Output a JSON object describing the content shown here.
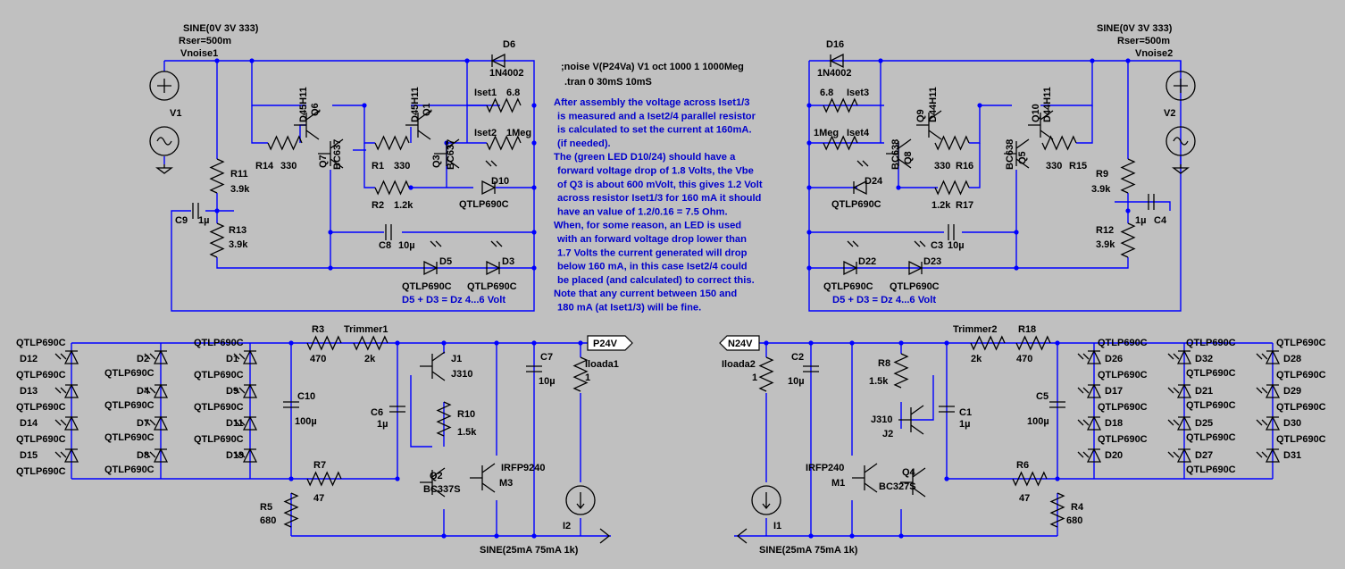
{
  "directives": {
    "noise": ";noise V(P24Va) V1 oct 1000 1 1000Meg",
    "tran": ".tran 0 30mS 10mS"
  },
  "notes": [
    "After assembly the voltage across Iset1/3",
    "is measured and a Iset2/4 parallel resistor",
    "is calculated to set the current at 160mA.",
    "(if needed).",
    "The (green LED D10/24) should have a",
    "forward voltage drop of 1.8 Volts, the Vbe",
    "of Q3 is about 600 mVolt, this gives 1.2 Volt",
    "across resistor Iset1/3 for 160 mA it should",
    "have an value of 1.2/0.16 = 7.5 Ohm.",
    "When, for some reason, an LED is used",
    "with an forward voltage drop lower than",
    "1.7 Volts the current generated will drop",
    "below 160 mA, in this case Iset2/4 could",
    "be placed (and calculated) to correct this.",
    "Note that any current between 150 and",
    "180 mA (at Iset1/3) will be fine."
  ],
  "dz_note": "D5 + D3 = Dz 4...6 Volt",
  "ports": {
    "p24": "P24V",
    "n24": "N24V"
  },
  "left": {
    "v1_value": "SINE(0V 3V 333)",
    "v1_rser": "Rser=500m",
    "v1_net": "Vnoise1",
    "v1_name": "V1",
    "r11": "R11",
    "r11v": "3.9k",
    "r13": "R13",
    "r13v": "3.9k",
    "c9": "C9",
    "c9v": "1µ",
    "d6": "D6",
    "d6v": "1N4002",
    "q6": "Q6",
    "q6v": "D45H11",
    "q1": "Q1",
    "q1v": "D45H11",
    "q7": "Q7",
    "q7v": "BC637",
    "q3": "Q3",
    "q3v": "BC637",
    "r14": "R14",
    "r14v": "330",
    "r1": "R1",
    "r1v": "330",
    "r2": "R2",
    "r2v": "1.2k",
    "iset1": "Iset1",
    "iset1v": "6.8",
    "iset2": "Iset2",
    "iset2v": "1Meg",
    "d10": "D10",
    "d10v": "QTLP690C",
    "c8": "C8",
    "c8v": "10µ",
    "d5": "D5",
    "d5v": "QTLP690C",
    "d3": "D3",
    "d3v": "QTLP690C",
    "r3": "R3",
    "r3v": "470",
    "trimmer": "Trimmer1",
    "trimmerv": "2k",
    "j1": "J1",
    "j1v": "J310",
    "r10": "R10",
    "r10v": "1.5k",
    "c6": "C6",
    "c6v": "1µ",
    "c7": "C7",
    "c7v": "10µ",
    "iload": "Iloada1",
    "iloadv": "1",
    "r7": "R7",
    "r7v": "47",
    "r5": "R5",
    "r5v": "680",
    "q2": "Q2",
    "q2v": "BC337S",
    "m3": "M3",
    "m3v": "IRFP9240",
    "i2": "I2",
    "i2v": "SINE(25mA 75mA 1k)",
    "c10": "C10",
    "c10v": "100µ",
    "led_value": "QTLP690C",
    "col1": [
      "D12",
      "D13",
      "D14",
      "D15"
    ],
    "col2": [
      "D2",
      "D4",
      "D7",
      "D8"
    ],
    "col3": [
      "D1",
      "D9",
      "D11",
      "D19"
    ]
  },
  "right": {
    "v2_value": "SINE(0V 3V 333)",
    "v2_rser": "Rser=500m",
    "v2_net": "Vnoise2",
    "v2_name": "V2",
    "r9": "R9",
    "r9v": "3.9k",
    "r12": "R12",
    "r12v": "3.9k",
    "c4": "C4",
    "c4v": "1µ",
    "d16": "D16",
    "d16v": "1N4002",
    "q9": "Q9",
    "q9v": "D44H11",
    "q10": "Q10",
    "q10v": "D44H11",
    "q8": "Q8",
    "q8v": "BC638",
    "q5": "Q5",
    "q5v": "BC638",
    "r16": "R16",
    "r16v": "330",
    "r15": "R15",
    "r15v": "330",
    "r17": "R17",
    "r17v": "1.2k",
    "iset3": "Iset3",
    "iset3v": "6.8",
    "iset4": "Iset4",
    "iset4v": "1Meg",
    "d24": "D24",
    "d24v": "QTLP690C",
    "c3": "C3",
    "c3v": "10µ",
    "d22": "D22",
    "d22v": "QTLP690C",
    "d23": "D23",
    "d23v": "QTLP690C",
    "r18": "R18",
    "r18v": "470",
    "trimmer": "Trimmer2",
    "trimmerv": "2k",
    "j2": "J2",
    "j2v": "J310",
    "r8": "R8",
    "r8v": "1.5k",
    "c1": "C1",
    "c1v": "1µ",
    "c2": "C2",
    "c2v": "10µ",
    "iload": "Iloada2",
    "iloadv": "1",
    "r6": "R6",
    "r6v": "47",
    "r4": "R4",
    "r4v": "680",
    "q4": "Q4",
    "q4v": "BC327S",
    "m1": "M1",
    "m1v": "IRFP240",
    "i1": "I1",
    "i1v": "SINE(25mA 75mA 1k)",
    "c5": "C5",
    "c5v": "100µ",
    "led_value": "QTLP690C",
    "col1": [
      "D26",
      "D17",
      "D18",
      "D20"
    ],
    "col2": [
      "D32",
      "D21",
      "D25",
      "D27"
    ],
    "col3": [
      "D28",
      "D29",
      "D30",
      "D31"
    ]
  }
}
